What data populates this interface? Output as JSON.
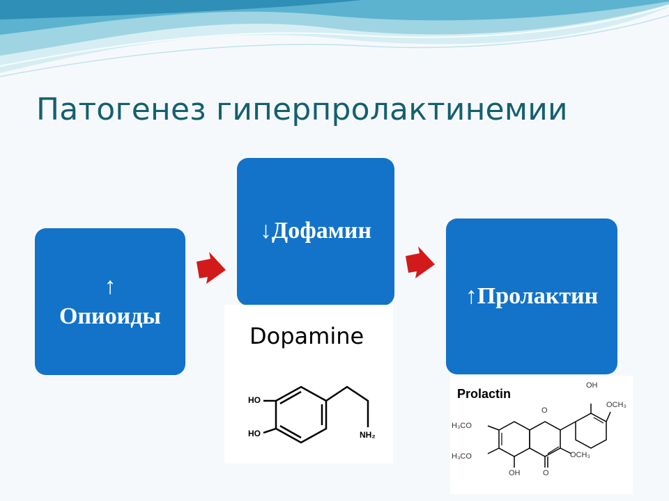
{
  "slide": {
    "title": "Патогенез гиперпролактинемии"
  },
  "flow": {
    "step1_arrow": "↑",
    "step1_label": "Опиоиды",
    "step2_label": "↓Дофамин",
    "step3_label": "↑Пролактин",
    "arrow_color": "#d21a1a",
    "box_color": "#1273c9"
  },
  "dopamine_structure": {
    "label": "Dopamine",
    "groups": [
      "HO",
      "HO",
      "NH₂"
    ]
  },
  "prolactin_structure": {
    "label": "Prolactin",
    "groups": [
      "OH",
      "OCH₃",
      "H₃CO",
      "H₃CO",
      "OH",
      "O",
      "OCH₃",
      "O"
    ]
  }
}
